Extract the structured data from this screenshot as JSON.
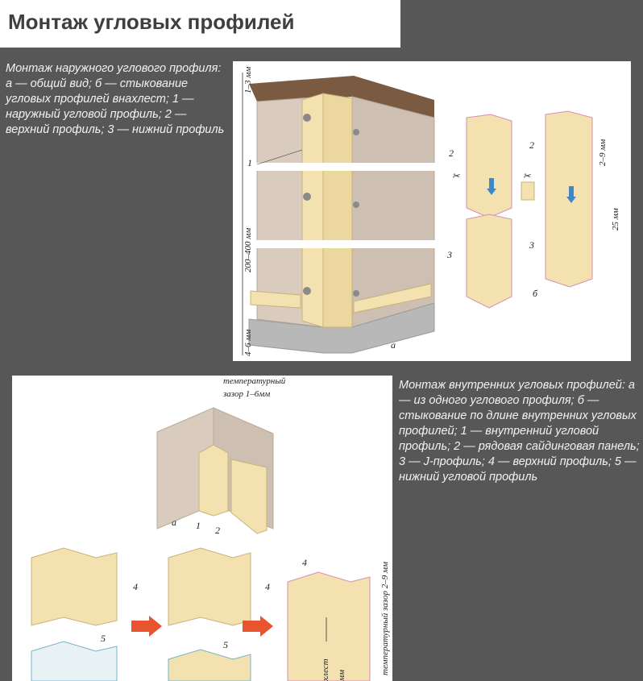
{
  "page": {
    "title": "Монтаж угловых профилей"
  },
  "figure_outer": {
    "caption": "Монтаж наружного углового профиля: а — общий вид; б — стыкование угловых профилей внахлест; 1 — наружный угловой профиль; 2 — верхний профиль; 3 — нижний профиль",
    "labels": {
      "dim_top": "1–3 мм",
      "dim_mid": "200–400 мм",
      "dim_bottom": "4–6 мм",
      "item1": "1",
      "item2a": "2",
      "item2b": "2",
      "item3a": "3",
      "item3b": "3",
      "dim_overlap": "2–9 мм",
      "dim_25": "25 мм",
      "sub_a": "а",
      "sub_b": "б"
    }
  },
  "figure_inner": {
    "caption": "Монтаж внутренних угловых профилей: а — из одного углового профиля; б — стыкование по длине внутренних угловых профилей; 1 — внутренний угловой профиль; 2 — рядовая сайдинговая панель; 3 — J-профиль; 4 — верхний профиль; 5 — нижний угловой профиль",
    "labels": {
      "gap_line1": "температурный",
      "gap_line2": "зазор 1–6мм",
      "sub_a": "а",
      "item1": "1",
      "item2": "2",
      "item4a": "4",
      "item4b": "4",
      "item4c": "4",
      "item5a": "5",
      "item5b": "5",
      "gap_vertical": "температурный зазор 2–9 мм",
      "overlap": "хлест",
      "mm": "мм"
    }
  },
  "colors": {
    "background": "#575757",
    "profile": "#f3e2b0",
    "profile_edge": "#c9b27a",
    "wall": "#d9cbbd",
    "roof": "#7a5a40",
    "foundation": "#b8b8b8",
    "arrow_red": "#e8542f",
    "arrow_blue": "#3f87c7"
  }
}
